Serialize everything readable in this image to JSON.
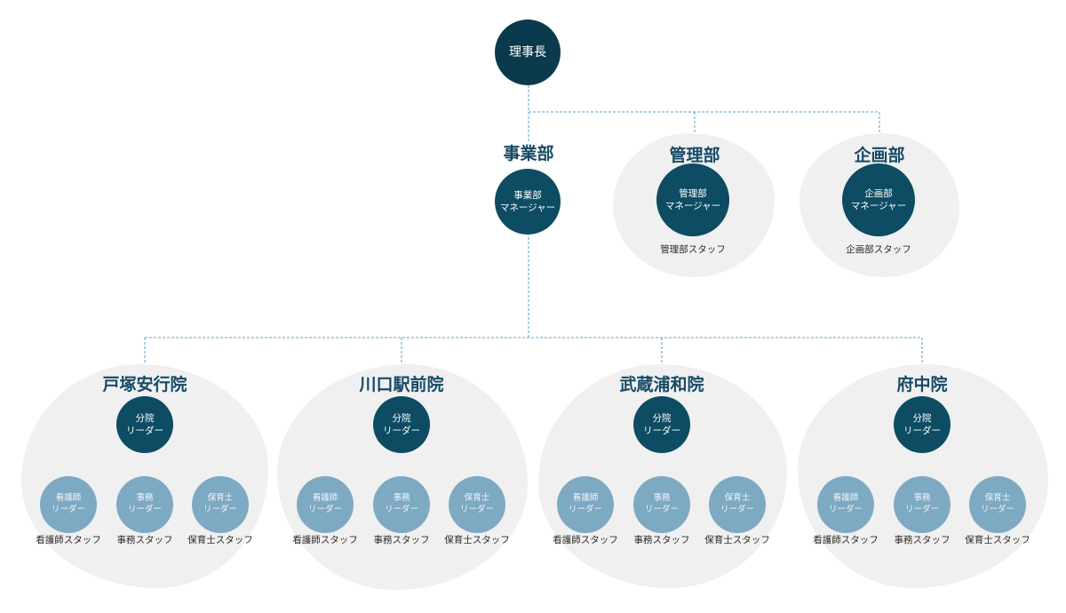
{
  "root": {
    "label": "理事長"
  },
  "departments": [
    {
      "name": "事業部",
      "manager_line1": "事業部",
      "manager_line2": "マネージャー",
      "staff": ""
    },
    {
      "name": "管理部",
      "manager_line1": "管理部",
      "manager_line2": "マネージャー",
      "staff": "管理部スタッフ"
    },
    {
      "name": "企画部",
      "manager_line1": "企画部",
      "manager_line2": "マネージャー",
      "staff": "企画部スタッフ"
    }
  ],
  "branches": [
    {
      "name": "戸塚安行院",
      "leader_line1": "分院",
      "leader_line2": "リーダー",
      "roles": [
        {
          "line1": "看護師",
          "line2": "リーダー",
          "staff": "看護師スタッフ"
        },
        {
          "line1": "事務",
          "line2": "リーダー",
          "staff": "事務スタッフ"
        },
        {
          "line1": "保育士",
          "line2": "リーダー",
          "staff": "保育士スタッフ"
        }
      ]
    },
    {
      "name": "川口駅前院",
      "leader_line1": "分院",
      "leader_line2": "リーダー",
      "roles": [
        {
          "line1": "看護師",
          "line2": "リーダー",
          "staff": "看護師スタッフ"
        },
        {
          "line1": "事務",
          "line2": "リーダー",
          "staff": "事務スタッフ"
        },
        {
          "line1": "保育士",
          "line2": "リーダー",
          "staff": "保育士スタッフ"
        }
      ]
    },
    {
      "name": "武蔵浦和院",
      "leader_line1": "分院",
      "leader_line2": "リーダー",
      "roles": [
        {
          "line1": "看護師",
          "line2": "リーダー",
          "staff": "看護師スタッフ"
        },
        {
          "line1": "事務",
          "line2": "リーダー",
          "staff": "事務スタッフ"
        },
        {
          "line1": "保育士",
          "line2": "リーダー",
          "staff": "保育士スタッフ"
        }
      ]
    },
    {
      "name": "府中院",
      "leader_line1": "分院",
      "leader_line2": "リーダー",
      "roles": [
        {
          "line1": "看護師",
          "line2": "リーダー",
          "staff": "看護師スタッフ"
        },
        {
          "line1": "事務",
          "line2": "リーダー",
          "staff": "事務スタッフ"
        },
        {
          "line1": "保育士",
          "line2": "リーダー",
          "staff": "保育士スタッフ"
        }
      ]
    }
  ],
  "colors": {
    "root": "#0b3a4d",
    "dark_node": "#0d4c63",
    "light_node": "#7ea9c3",
    "connector": "#5f9cc4",
    "group_bg": "#f0f0f0",
    "title": "#174a66"
  }
}
